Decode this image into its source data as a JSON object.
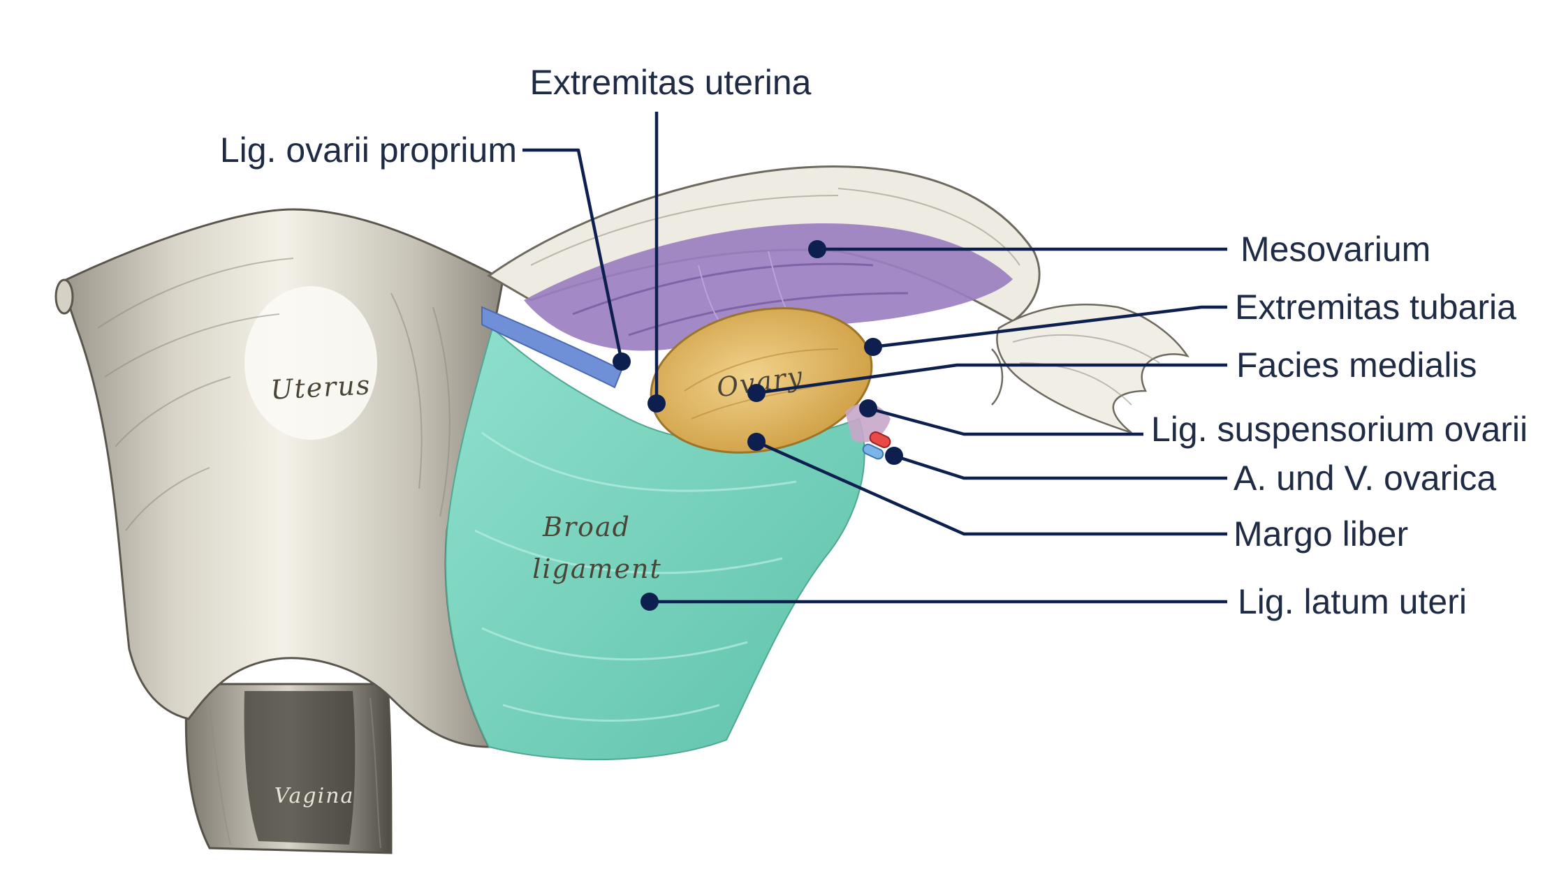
{
  "illustration": {
    "engraved_labels": {
      "uterus": "Uterus",
      "ovary": "Ovary",
      "broad_line1": "Broad",
      "broad_line2": "ligament",
      "vagina": "Vagina"
    },
    "colors": {
      "ovary": "#e2b65a",
      "mesovarium": "#9b7fc0",
      "broad_ligament": "#7fd6c2",
      "ligament_proprium": "#6f8fd6",
      "artery": "#e84a4a",
      "vein": "#7ab4e8",
      "leader": "#0d1f4f",
      "label_text": "#1f2a44"
    }
  },
  "labels": {
    "extremitas_uterina": "Extremitas uterina",
    "lig_ovarii_proprium": "Lig. ovarii proprium",
    "mesovarium": "Mesovarium",
    "extremitas_tubaria": "Extremitas tubaria",
    "facies_medialis": "Facies medialis",
    "lig_suspensorium_ovarii": "Lig. suspensorium ovarii",
    "a_und_v_ovarica": "A. und V. ovarica",
    "margo_liber": "Margo liber",
    "lig_latum_uteri": "Lig. latum uteri"
  }
}
